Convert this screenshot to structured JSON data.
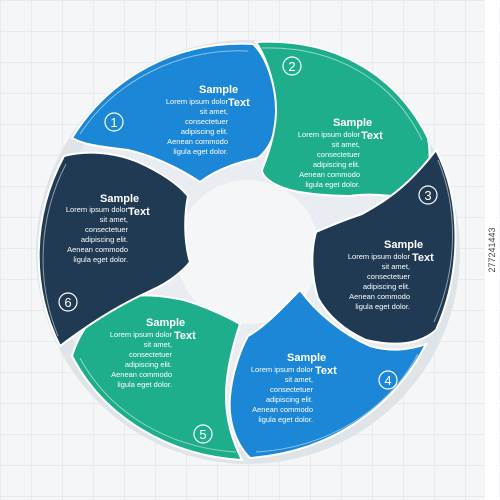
{
  "segments": [
    {
      "number": "1",
      "title_line1": "Sample",
      "title_line2": "Text",
      "body": [
        "Lorem ipsum dolor",
        "sit amet,",
        "consectetuer",
        "adipiscing elit.",
        "Aenean commodo",
        "ligula eget dolor."
      ]
    },
    {
      "number": "2",
      "title_line1": "Sample",
      "title_line2": "Text",
      "body": [
        "Lorem ipsum dolor",
        "sit amet,",
        "consectetuer",
        "adipiscing elit.",
        "Aenean commodo",
        "ligula eget dolor."
      ]
    },
    {
      "number": "3",
      "title_line1": "Sample",
      "title_line2": "Text",
      "body": [
        "Lorem ipsum dolor",
        "sit amet,",
        "consectetuer",
        "adipiscing elit.",
        "Aenean commodo",
        "ligula eget dolor."
      ]
    },
    {
      "number": "4",
      "title_line1": "Sample",
      "title_line2": "Text",
      "body": [
        "Lorem ipsum dolor",
        "sit amet,",
        "consectetuer",
        "adipiscing elit.",
        "Aenean commodo",
        "ligula eget dolor."
      ]
    },
    {
      "number": "5",
      "title_line1": "Sample",
      "title_line2": "Text",
      "body": [
        "Lorem ipsum dolor",
        "sit amet,",
        "consectetuer",
        "adipiscing elit.",
        "Aenean commodo",
        "ligula eget dolor."
      ]
    },
    {
      "number": "6",
      "title_line1": "Sample",
      "title_line2": "Text",
      "body": [
        "Lorem ipsum dolor",
        "sit amet,",
        "consectetuer",
        "adipiscing elit.",
        "Aenean commodo",
        "ligula eget dolor."
      ]
    }
  ],
  "colors": {
    "blue": "#1b87d6",
    "green": "#1fae8c",
    "navy": "#1f3a52",
    "ring": "#d9dfe4",
    "background": "#f4f6f8"
  },
  "stock_id": "277241443"
}
